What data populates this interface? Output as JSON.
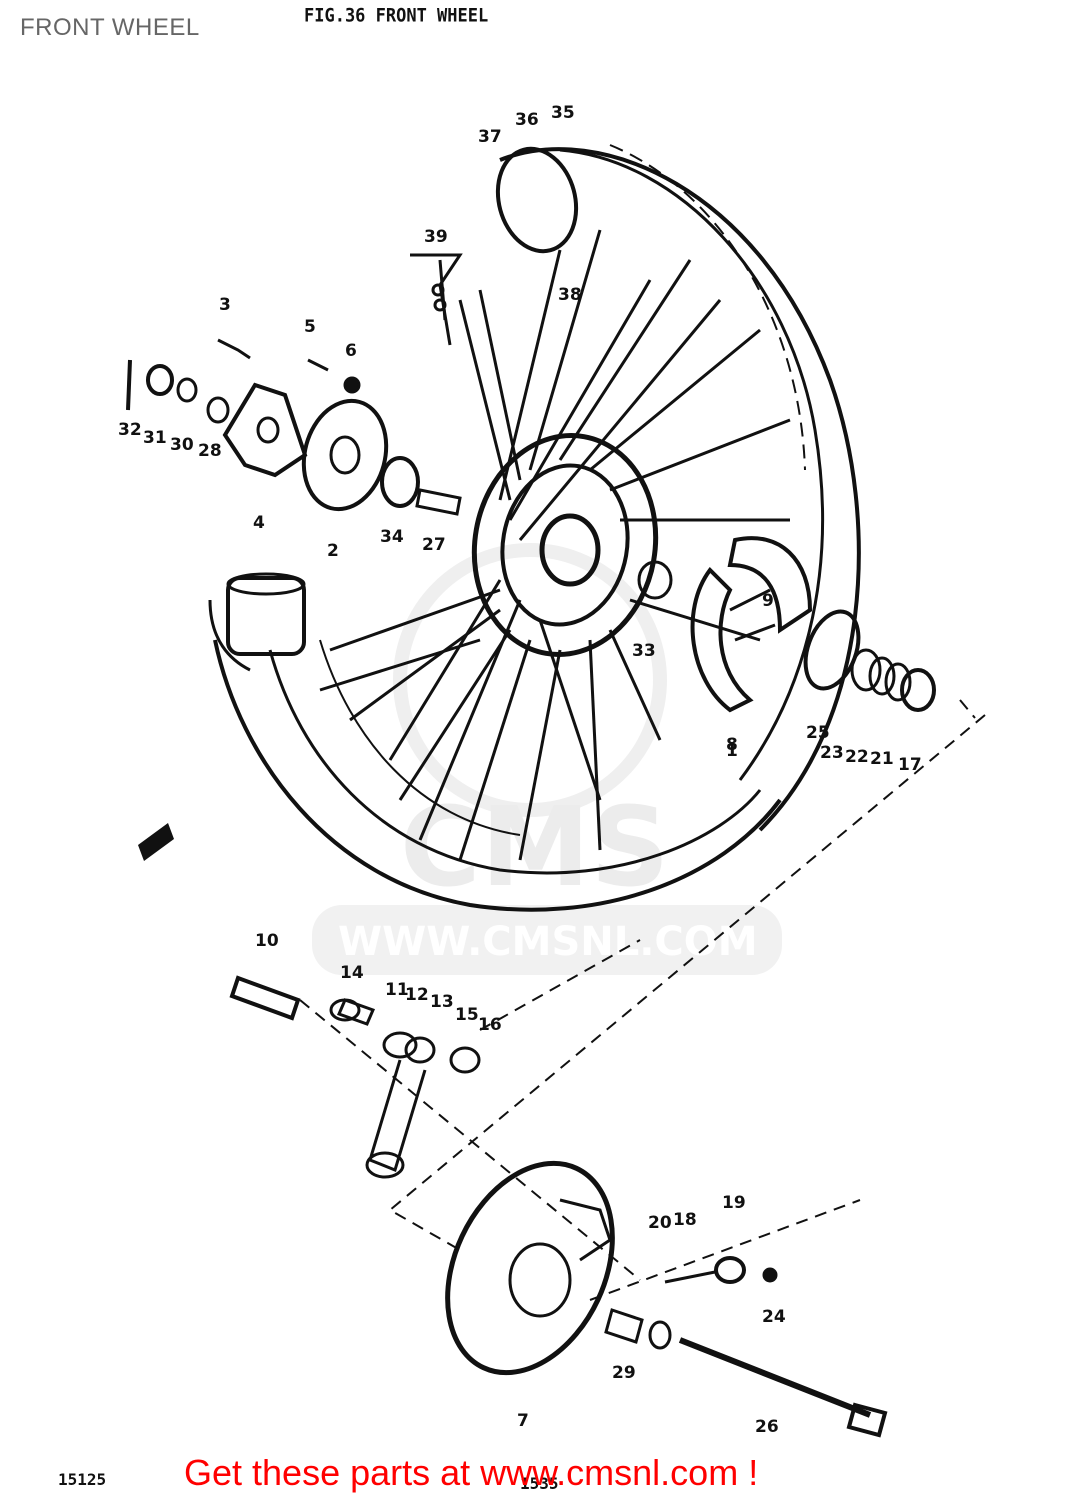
{
  "page_title": "FRONT WHEEL",
  "figure_title": "FIG.36  FRONT WHEEL",
  "watermark": {
    "text": "WWW.CMSNL.COM",
    "logo": "CMS",
    "color": "#ececec"
  },
  "footer": {
    "cta": "Get these parts at www.cmsnl.com !",
    "code_left": "15125",
    "code_mid": "1535",
    "cta_color": "#ff0000"
  },
  "part_labels": [
    "1",
    "2",
    "3",
    "4",
    "5",
    "6",
    "7",
    "8",
    "9",
    "10",
    "11",
    "12",
    "13",
    "14",
    "15",
    "16",
    "17",
    "18",
    "19",
    "20",
    "21",
    "22",
    "23",
    "24",
    "25",
    "26",
    "27",
    "28",
    "29",
    "30",
    "31",
    "32",
    "33",
    "34",
    "35",
    "36",
    "37",
    "38",
    "39"
  ]
}
